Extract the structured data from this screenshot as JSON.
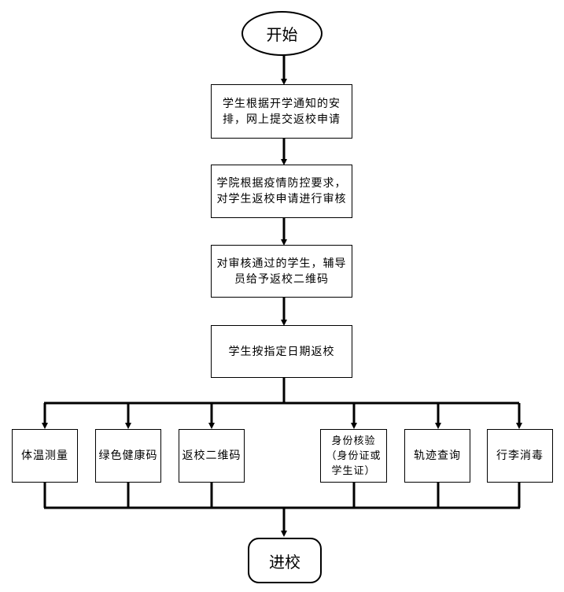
{
  "start": "开始",
  "end": "进校",
  "steps": [
    "学生根据开学通知的安\n排，网上提交返校申请",
    "学院根据疫情防控要求，\n对学生返校申请进行审核",
    "对审核通过的学生，辅导\n员给予返校二维码",
    "学生按指定日期返校"
  ],
  "checks": [
    "体温测量",
    "绿色健康码",
    "返校二维码",
    "身份核验\n（身份证或\n学生证）",
    "轨迹查询",
    "行李消毒"
  ]
}
